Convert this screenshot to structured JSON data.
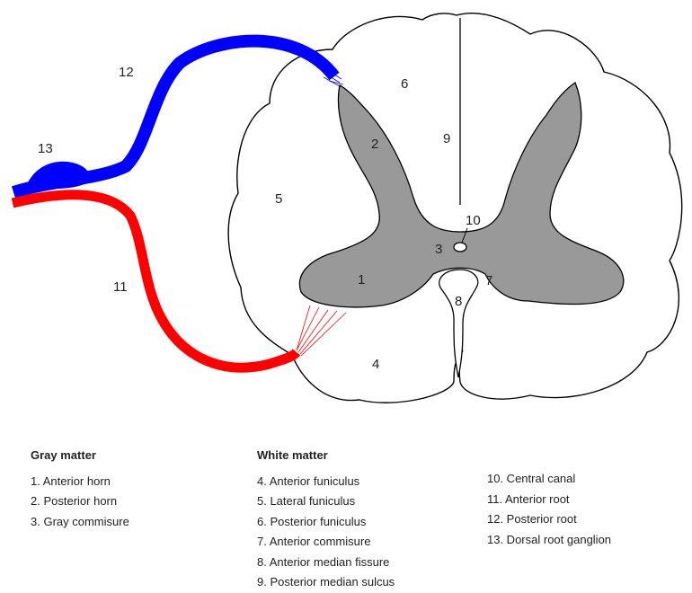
{
  "diagram_labels": {
    "n1": "1",
    "n2": "2",
    "n3": "3",
    "n4": "4",
    "n5": "5",
    "n6": "6",
    "n7": "7",
    "n8": "8",
    "n9": "9",
    "n10": "10",
    "n11": "11",
    "n12": "12",
    "n13": "13"
  },
  "legend": {
    "gray_title": "Gray matter",
    "gray": [
      "1. Anterior horn",
      "2. Posterior horn",
      "3. Gray commisure"
    ],
    "white_title": "White matter",
    "white": [
      "4. Anterior funiculus",
      "5. Lateral funiculus",
      "6. Posterior funiculus",
      "7. Anterior commisure",
      "8. Anterior median fissure",
      "9. Posterior median sulcus"
    ],
    "other": [
      "10. Central canal",
      "11. Anterior root",
      "12. Posterior root",
      "13. Dorsal root ganglion"
    ]
  },
  "colors": {
    "posterior_root": "#0000ff",
    "anterior_root": "#ff0000",
    "gray_matter": "#999999",
    "outline": "#000000"
  }
}
